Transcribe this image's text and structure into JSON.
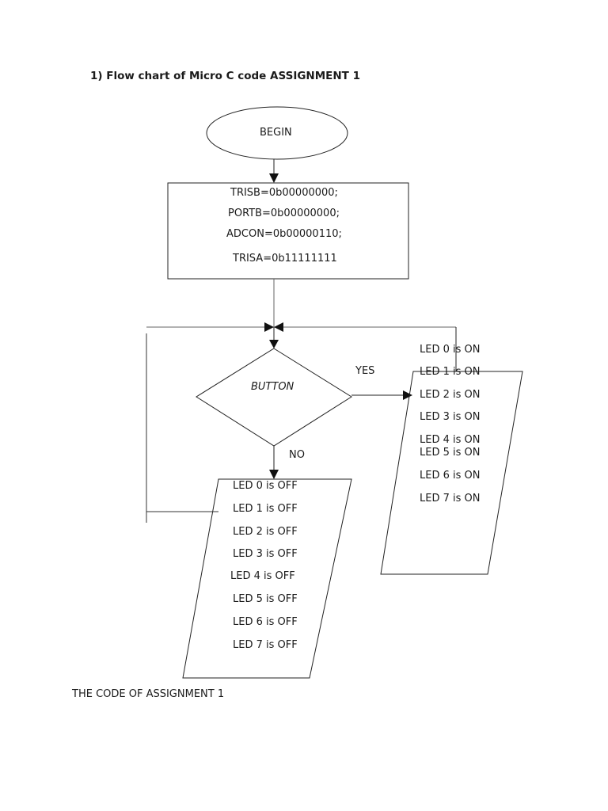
{
  "heading": "1) Flow chart of Micro C code ASSIGNMENT 1",
  "footer": "THE CODE OF ASSIGNMENT 1",
  "flowchart": {
    "start": "BEGIN",
    "init": [
      "TRISB=0b00000000;",
      "PORTB=0b00000000;",
      "ADCON=0b00000110;",
      "TRISA=0b11111111"
    ],
    "decision": "BUTTON",
    "yes_label": "YES",
    "no_label": "NO",
    "on_outputs": [
      "LED 0 is ON",
      "LED 1 is ON",
      "LED 2 is ON",
      "LED 3 is ON",
      "LED 4 is ON",
      "LED 5 is ON",
      "LED 6 is ON",
      "LED 7 is ON"
    ],
    "off_outputs": [
      "LED 0 is OFF",
      "LED 1 is OFF",
      "LED 2 is OFF",
      "LED 3 is OFF",
      "LED 4 is OFF",
      "LED 5 is OFF",
      "LED 6 is OFF",
      "LED 7 is OFF"
    ]
  }
}
